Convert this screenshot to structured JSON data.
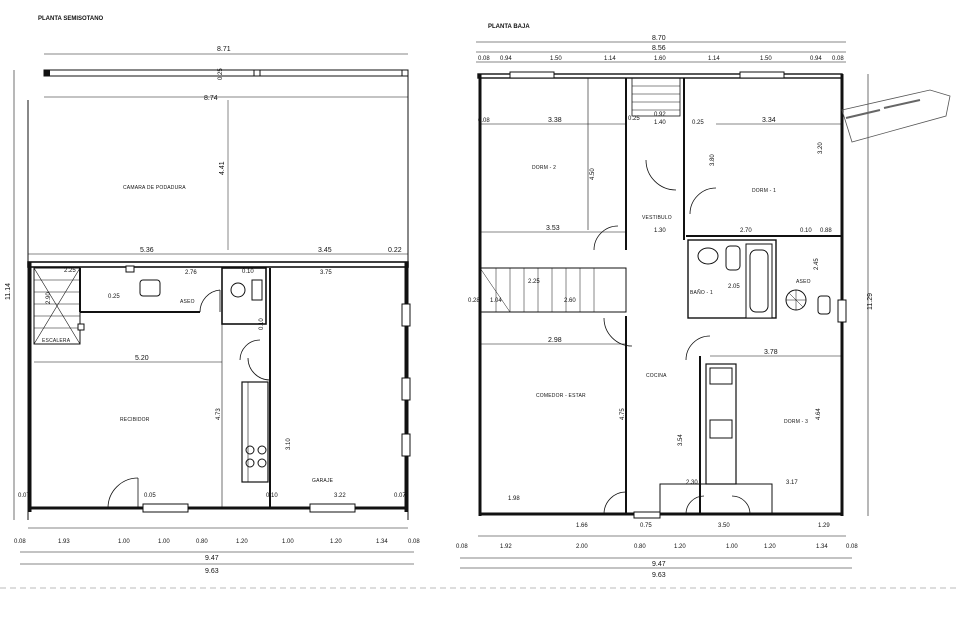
{
  "left_plan": {
    "title": "PLANTA SEMISOTANO",
    "rooms": {
      "camara": "CAMARA DE PODADURA",
      "aseo": "ASEO",
      "recibidor": "RECIBIDOR",
      "garaje": "GARAJE",
      "escalera": "ESCALERA"
    },
    "dims": {
      "top_total": "8.71",
      "top_inner": "8.74",
      "top_small": "0.25",
      "v_441": "4.41",
      "d_536": "5.36",
      "d_345": "3.45",
      "d_022": "0.22",
      "d_225": "2.25",
      "d_276": "2.76",
      "d_010": "0.10",
      "d_375": "3.75",
      "d_290": "2.90",
      "d_025": "0.25",
      "d_520": "5.20",
      "d_473": "4.73",
      "d_310": "3.10",
      "d_005": "0.05",
      "d_322": "3.22",
      "d_007": "0.07",
      "bot_1": "0.08",
      "bot_2": "1.93",
      "bot_3": "1.00",
      "bot_4": "1.00",
      "bot_5": "0.80",
      "bot_6": "1.20",
      "bot_7": "1.00",
      "bot_8": "1.20",
      "bot_9": "1.34",
      "bot_10": "0.08",
      "tot_947": "9.47",
      "tot_963": "9.63",
      "side_1114": "11.14"
    }
  },
  "right_plan": {
    "title": "PLANTA BAJA",
    "rooms": {
      "dorm2": "DORM - 2",
      "dorm1": "DORM - 1",
      "vestibulo": "VESTIBULO",
      "aseo": "ASEO",
      "bano": "BAÑO - 1",
      "comedor": "COMEDOR - ESTAR",
      "cocina": "COCINA",
      "dorm3": "DORM - 3"
    },
    "dims": {
      "top_870": "8.70",
      "top_856": "8.56",
      "t_008a": "0.08",
      "t_094a": "0.94",
      "t_150a": "1.50",
      "t_114a": "1.14",
      "t_160": "1.60",
      "t_114b": "1.14",
      "t_150b": "1.50",
      "t_094b": "0.94",
      "t_008b": "0.08",
      "d_338": "3.38",
      "d_025a": "0.25",
      "d_092": "0.92",
      "d_140": "1.40",
      "d_025b": "0.25",
      "d_334": "3.34",
      "d_450": "4.50",
      "d_380": "3.80",
      "d_320": "3.20",
      "d_353": "3.53",
      "d_130": "1.30",
      "d_270": "2.70",
      "d_010": "0.10",
      "d_088": "0.88",
      "d_225": "2.25",
      "d_260": "2.60",
      "d_205": "2.05",
      "d_245": "2.45",
      "d_028": "0.28",
      "d_104": "1.04",
      "d_298": "2.98",
      "d_378": "3.78",
      "d_475": "4.75",
      "d_354": "3.54",
      "d_464": "4.64",
      "d_198": "1.98",
      "d_230": "2.30",
      "d_317": "3.17",
      "d_166": "1.66",
      "d_075": "0.75",
      "d_350": "3.50",
      "d_129": "1.29",
      "bot_1": "0.08",
      "bot_2": "1.92",
      "bot_3": "2.00",
      "bot_4": "0.80",
      "bot_5": "1.20",
      "bot_6": "1.00",
      "bot_7": "1.20",
      "bot_8": "1.34",
      "bot_9": "0.08",
      "tot_947": "9.47",
      "tot_963": "9.63",
      "side_1129": "11.29"
    }
  }
}
